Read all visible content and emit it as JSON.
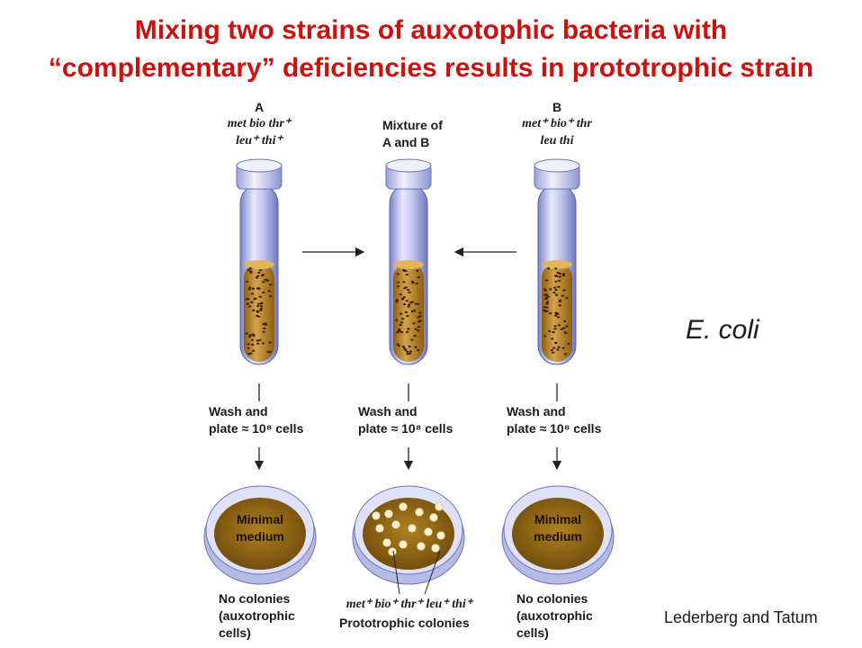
{
  "title": {
    "line1": "Mixing two strains of auxotophic bacteria with",
    "line2": "“complementary” deficiencies results in prototrophic strain"
  },
  "tube_a": {
    "label": "A",
    "genotype_line1": "met bio thr⁺",
    "genotype_line2": "leu⁺ thi⁺"
  },
  "tube_mix": {
    "label_line1": "Mixture of",
    "label_line2": "A and B"
  },
  "tube_b": {
    "label": "B",
    "genotype_line1": "met⁺ bio⁺ thr",
    "genotype_line2": "leu thi"
  },
  "step": {
    "line1": "Wash and",
    "line2": "plate ≈ 10⁸ cells"
  },
  "plate_label": {
    "line1": "Minimal",
    "line2": "medium"
  },
  "result_left": {
    "line1": "No colonies",
    "line2": "(auxotrophic",
    "line3": "cells)"
  },
  "result_mid": {
    "genotype": "met⁺ bio⁺ thr⁺ leu⁺ thi⁺",
    "label": "Prototrophic colonies"
  },
  "result_right": {
    "line1": "No colonies",
    "line2": "(auxotrophic",
    "line3": "cells)"
  },
  "organism": "E. coli",
  "credit": "Lederberg and Tatum",
  "colors": {
    "title": "#cc1111",
    "medium": "#b07a1c",
    "glass": "#c9cdf0",
    "cap": "#d8dcf2"
  }
}
